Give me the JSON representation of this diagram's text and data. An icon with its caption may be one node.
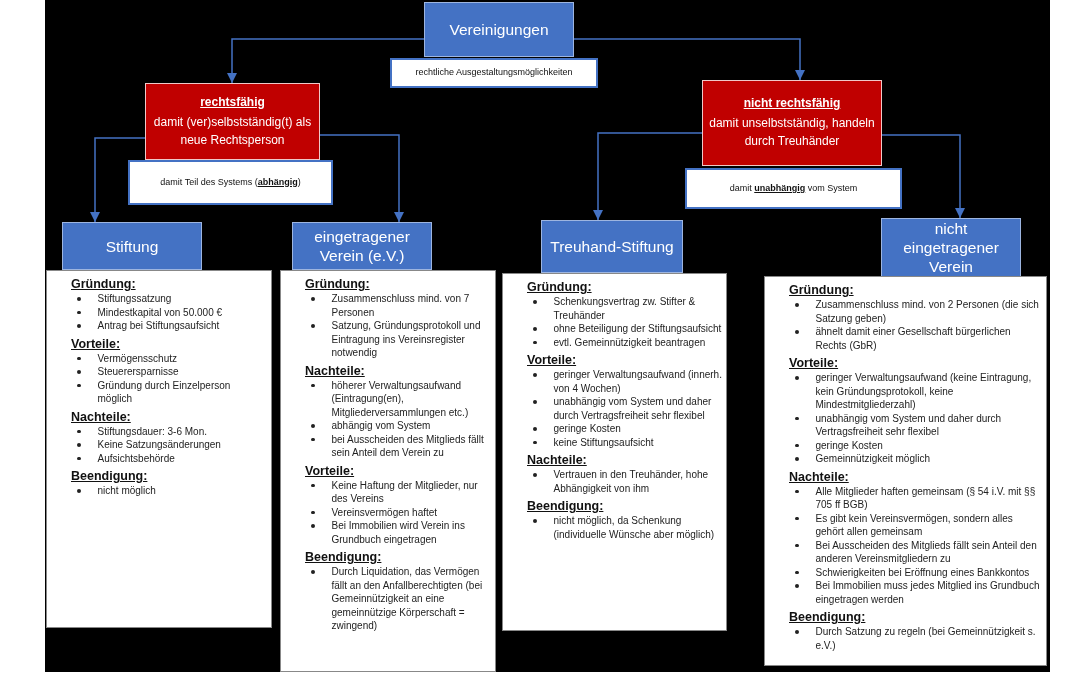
{
  "diagram": {
    "nodes": [
      {
        "text": [
          "Vereinigungen"
        ]
      },
      {
        "text": [
          "rechtliche Ausgestaltungsmöglichkeiten"
        ]
      },
      {
        "text": [
          "rechtsfähig",
          "damit (ver)selbstständig(t) als neue Rechtsperson"
        ]
      },
      {
        "text": [
          "damit Teil des Systems (**abhängig**)"
        ]
      },
      {
        "text": [
          "nicht rechtsfähig",
          "damit unselbstständig, handeln durch Treuhänder"
        ]
      },
      {
        "text": [
          "damit **unabhängig** vom System"
        ]
      },
      {
        "text": [
          "Stiftung"
        ]
      },
      {
        "text": [
          "eingetragener Verein (e.V.)"
        ]
      },
      {
        "text": [
          "Treuhand-Stiftung"
        ]
      },
      {
        "text": [
          "nicht eingetragener Verein"
        ]
      },
      {
        "text": [],
        "shape": "box"
      },
      {
        "text": [
          "Gründung:",
          "Stiftungssatzung",
          "Mindestkapital von 50.000 €",
          "Antrag bei Stiftungsaufsicht"
        ],
        "in": 10
      },
      {
        "text": [
          "Vorteile:",
          "Vermögensschutz",
          "Steuerersparnisse",
          "Gründung durch Einzelperson möglich"
        ],
        "in": 10
      },
      {
        "text": [
          "Nachteile:",
          "Stiftungsdauer: 3-6 Mon.",
          "Keine Satzungsänderungen",
          "Aufsichtsbehörde"
        ],
        "in": 10
      },
      {
        "text": [
          "Beendigung:",
          "nicht möglich"
        ],
        "in": 10
      },
      {
        "text": [],
        "shape": "box"
      },
      {
        "text": [
          "Gründung:",
          "Zusammenschluss mind. von 7 Personen",
          "Satzung, Gründungsprotokoll und Eintragung ins Vereinsregister notwendig"
        ],
        "in": 15
      },
      {
        "text": [
          "Nachteile:",
          "höherer Verwaltungsaufwand (Eintragung(en), Mitgliederversammlungen etc.)",
          "abhängig vom System",
          "bei Ausscheiden des Mitglieds fällt sein Anteil dem Verein zu"
        ],
        "in": 15
      },
      {
        "text": [
          "Vorteile:",
          "Keine Haftung der Mitglieder, nur des Vereins",
          "Vereinsvermögen haftet",
          "Bei Immobilien wird Verein ins Grundbuch eingetragen"
        ],
        "in": 15
      },
      {
        "text": [
          "Beendigung:",
          "Durch Liquidation, das Vermögen fällt an den Anfallberechtigten (bei Gemeinnützigkeit an eine gemeinnützige Körperschaft = zwingend)"
        ],
        "in": 15
      },
      {
        "text": [],
        "shape": "box"
      },
      {
        "text": [
          "Gründung:",
          "Schenkungsvertrag zw. Stifter & Treuhänder",
          "ohne Beteiligung der Stiftungsaufsicht",
          "evtl. Gemeinnützigkeit beantragen"
        ],
        "in": 20
      },
      {
        "text": [
          "Vorteile:",
          "geringer Verwaltungsaufwand (innerh. von 4 Wochen)",
          "unabhängig vom System und daher durch Vertragsfreiheit sehr flexibel",
          "geringe Kosten",
          "keine Stiftungsaufsicht"
        ],
        "in": 20
      },
      {
        "text": [
          "Nachteile:",
          "Vertrauen in den Treuhänder, hohe Abhängigkeit von ihm"
        ],
        "in": 20
      },
      {
        "text": [
          "Beendigung:",
          "nicht möglich, da Schenkung (individuelle Wünsche aber möglich)"
        ],
        "in": 20
      },
      {
        "text": [],
        "shape": "box"
      },
      {
        "text": [
          "Gründung:",
          "Zusammenschluss mind. von 2 Personen (die sich Satzung geben)",
          "ähnelt damit einer Gesellschaft bürgerlichen Rechts (GbR)"
        ],
        "in": 25
      },
      {
        "text": [
          "Vorteile:",
          "geringer Verwaltungsaufwand (keine Eintragung, kein Gründungsprotokoll, keine Mindestmitgliederzahl)",
          "unabhängig vom System und daher durch Vertragsfreiheit sehr flexibel",
          "geringe Kosten",
          "Gemeinnützigkeit möglich"
        ],
        "in": 25
      },
      {
        "text": [
          "Nachteile:",
          "Alle Mitglieder haften gemeinsam (§ 54 i.V. mit §§ 705 ff BGB)",
          "Es gibt kein Vereinsvermögen, sondern alles gehört allen gemeinsam",
          "Bei Ausscheiden des Mitglieds fällt sein Anteil den anderen Vereinsmitgliedern zu",
          "Schwierigkeiten bei Eröffnung eines Bankkontos",
          "Bei Immobilien muss jedes Mitglied ins Grundbuch eingetragen werden"
        ],
        "in": 25
      },
      {
        "text": [
          "Beendigung:",
          "Durch Satzung zu regeln (bei Gemeinnützigkeit s. e.V.)"
        ],
        "in": 25
      }
    ],
    "edges": [
      {
        "from": 0,
        "to": 2,
        "arrow": "to"
      },
      {
        "from": 0,
        "to": 4,
        "arrow": "to"
      },
      {
        "from": 2,
        "to": 6,
        "arrow": "to"
      },
      {
        "from": 2,
        "to": 7,
        "arrow": "to"
      },
      {
        "from": 4,
        "to": 8,
        "arrow": "to"
      },
      {
        "from": 4,
        "to": 9,
        "arrow": "to"
      }
    ]
  }
}
